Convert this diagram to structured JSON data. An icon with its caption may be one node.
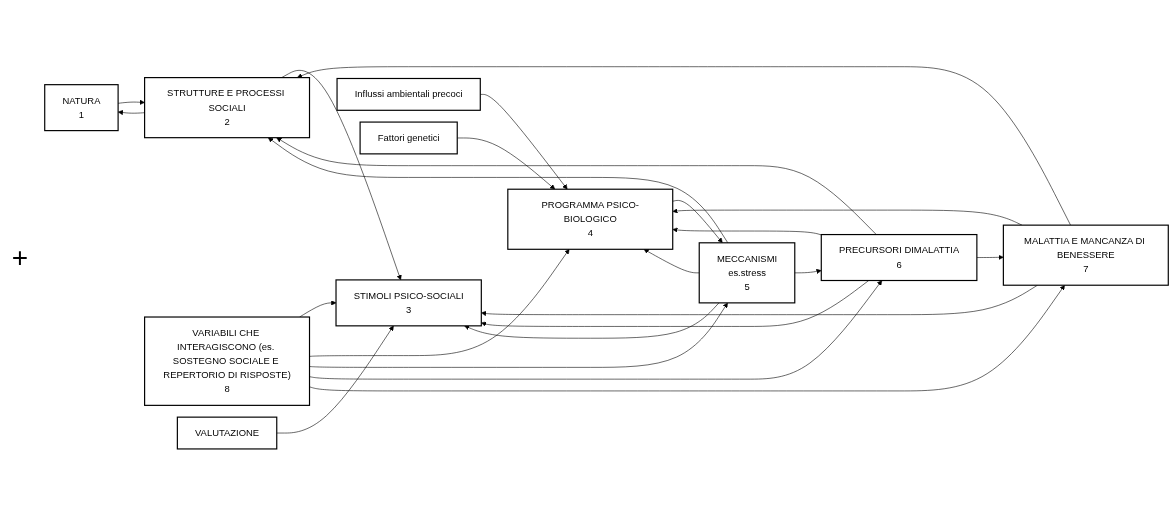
{
  "diagram": {
    "nodes": [
      {
        "text": [
          "NATURA",
          "1"
        ]
      },
      {
        "text": [
          "STRUTTURE E PROCESSI SOCIALI",
          "2"
        ]
      },
      {
        "text": [
          "STIMOLI PSICO-SOCIALI",
          "3"
        ]
      },
      {
        "text": [
          "PROGRAMMA PSICO-BIOLOGICO",
          "4"
        ]
      },
      {
        "text": [
          "MECCANISMI",
          "es.stress",
          "5"
        ]
      },
      {
        "text": [
          "PRECURSORI DIMALATTIA",
          "6"
        ]
      },
      {
        "text": [
          "MALATTIA E MANCANZA DI BENESSERE",
          "7"
        ]
      },
      {
        "text": [
          "Influssi ambientali precoci"
        ]
      },
      {
        "text": [
          "Fattori genetici"
        ]
      },
      {
        "text": [
          "VARIABILI CHE INTERAGISCONO (es. SOSTEGNO SOCIALE E REPERTORIO DI RISPOSTE)",
          "8"
        ]
      },
      {
        "text": [
          "VALUTAZIONE"
        ]
      }
    ],
    "edges": [
      {
        "from": 1,
        "to": 0,
        "arrow": "to"
      },
      {
        "from": 0,
        "to": 1,
        "arrow": "to"
      },
      {
        "from": 1,
        "to": 2,
        "arrow": "to"
      },
      {
        "from": 10,
        "to": 2,
        "arrow": "to"
      },
      {
        "from": 3,
        "to": 4,
        "arrow": "to"
      },
      {
        "from": 4,
        "to": 5,
        "arrow": "to"
      },
      {
        "from": 5,
        "to": 6,
        "arrow": "to"
      },
      {
        "from": 4,
        "to": 1,
        "arrow": "to"
      },
      {
        "from": 5,
        "to": 1,
        "arrow": "to"
      },
      {
        "from": 6,
        "to": 1,
        "arrow": "to"
      },
      {
        "from": 4,
        "to": 2,
        "arrow": "to"
      },
      {
        "from": 5,
        "to": 2,
        "arrow": "to"
      },
      {
        "from": 6,
        "to": 2,
        "arrow": "to"
      },
      {
        "from": 4,
        "to": 3,
        "arrow": "to"
      },
      {
        "from": 5,
        "to": 3,
        "arrow": "to"
      },
      {
        "from": 6,
        "to": 3,
        "arrow": "to"
      },
      {
        "from": 7,
        "to": 3,
        "arrow": "to"
      },
      {
        "from": 8,
        "to": 3,
        "arrow": "to"
      },
      {
        "from": 9,
        "to": 2,
        "arrow": "to"
      },
      {
        "from": 9,
        "to": 3,
        "arrow": "to"
      },
      {
        "from": 9,
        "to": 4,
        "arrow": "to"
      },
      {
        "from": 9,
        "to": 5,
        "arrow": "to"
      },
      {
        "from": 9,
        "to": 6,
        "arrow": "to"
      }
    ],
    "labels": [
      "+"
    ]
  }
}
